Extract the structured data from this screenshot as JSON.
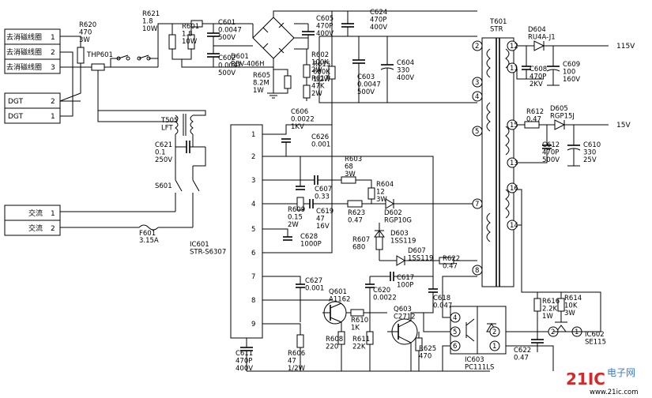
{
  "terminals": [
    {
      "label": "去消磁线圈",
      "num": "1"
    },
    {
      "label": "去消磁线圈",
      "num": "2"
    },
    {
      "label": "去消磁线圈",
      "num": "3"
    },
    {
      "label": "DGT",
      "num": "2"
    },
    {
      "label": "DGT",
      "num": "1"
    },
    {
      "label": "交流",
      "num": "1"
    },
    {
      "label": "交流",
      "num": "2"
    }
  ],
  "components": {
    "R620": [
      "R620",
      "470",
      "3W"
    ],
    "THP601": [
      "THP601"
    ],
    "R621": [
      "R621",
      "1.8",
      "10W"
    ],
    "R601": [
      "R601",
      "1.8",
      "10W"
    ],
    "C601": [
      "C601",
      "0.0047",
      "500V"
    ],
    "C602": [
      "C602",
      "0.0047",
      "500V"
    ],
    "C605": [
      "C605",
      "470P",
      "400V"
    ],
    "C624": [
      "C624",
      "470P",
      "400V"
    ],
    "D601": [
      "D601",
      "RBV-406H"
    ],
    "R602": [
      "R602",
      "100K",
      "2W"
    ],
    "R605": [
      "R605",
      "8.2M",
      "1W"
    ],
    "R615": [
      "R615",
      "680K",
      "1/2W"
    ],
    "R617": [
      "R617",
      "47K",
      "2W"
    ],
    "C603": [
      "C603",
      "0.0047",
      "500V"
    ],
    "C604": [
      "C604",
      "330",
      "400V"
    ],
    "T505": [
      "T505",
      "LFT"
    ],
    "C621": [
      "C621",
      "0.1",
      "250V"
    ],
    "S601": [
      "S601"
    ],
    "F601": [
      "F601",
      "3.15A"
    ],
    "IC601": [
      "IC601",
      "STR-S6307"
    ],
    "C606": [
      "C606",
      "0.0022",
      "1KV"
    ],
    "C626": [
      "C626",
      "0.001"
    ],
    "R603": [
      "R603",
      "68",
      "3W"
    ],
    "C607": [
      "C607",
      "0.33"
    ],
    "R604": [
      "R604",
      "12",
      "3W"
    ],
    "R609": [
      "R609",
      "0.15",
      "2W"
    ],
    "C619": [
      "C619",
      "47",
      "16V"
    ],
    "R623": [
      "R623",
      "0.47"
    ],
    "D602": [
      "D602",
      "RGP10G"
    ],
    "D603": [
      "D603",
      "1SS119"
    ],
    "C628": [
      "C628",
      "1000P"
    ],
    "R607": [
      "R607",
      "680"
    ],
    "D607": [
      "D607",
      "1SS119"
    ],
    "R622": [
      "R622",
      "0.47"
    ],
    "C617": [
      "C617",
      "100P"
    ],
    "C627": [
      "C627",
      "0.001"
    ],
    "C620": [
      "C620",
      "0.0022"
    ],
    "C618": [
      "C618",
      "0.047"
    ],
    "Q601": [
      "Q601",
      "A1162"
    ],
    "Q603": [
      "Q603",
      "C2712"
    ],
    "R610": [
      "R610",
      "1K"
    ],
    "R608": [
      "R608",
      "220"
    ],
    "R611": [
      "R611",
      "22K"
    ],
    "R625": [
      "R625",
      "470"
    ],
    "C611": [
      "C611",
      "470P",
      "400V"
    ],
    "R606": [
      "R606",
      "47",
      "1/2W"
    ],
    "IC603": [
      "IC603",
      "PC111LS"
    ],
    "C622": [
      "C622",
      "0.47"
    ],
    "R616": [
      "R616",
      "2.2K",
      "1W"
    ],
    "R614": [
      "R614",
      "10K",
      "3W"
    ],
    "IC602": [
      "IC602",
      "SE115"
    ],
    "T601": [
      "T601",
      "STR"
    ],
    "D604": [
      "D604",
      "RU4A-J1"
    ],
    "C608": [
      "C608",
      "470P",
      "2KV"
    ],
    "C609": [
      "C609",
      "100",
      "160V"
    ],
    "R612": [
      "R612",
      "0.47"
    ],
    "D605": [
      "D605",
      "RGP15J"
    ],
    "C612": [
      "C612",
      "470P",
      "500V"
    ],
    "C610": [
      "C610",
      "330",
      "25V"
    ]
  },
  "ic601_pins": [
    "1",
    "2",
    "3",
    "4",
    "5",
    "6",
    "7",
    "8",
    "9"
  ],
  "t601_pins": [
    "2",
    "3",
    "4",
    "5",
    "7",
    "8",
    "12",
    "11",
    "15",
    "13",
    "16",
    "14"
  ],
  "ic603_pins": [
    "4",
    "5",
    "6",
    "2",
    "1"
  ],
  "ic602_pins": [
    "2",
    "1"
  ],
  "outputs": {
    "v115": "115V",
    "v15": "15V"
  },
  "watermark": {
    "logo": "21IC",
    "cn": "电子网",
    "url": "www.21ic.com"
  },
  "colors": {
    "ink": "#000000",
    "watermark_red": "#d62828",
    "watermark_blue": "#3a7bd5"
  }
}
